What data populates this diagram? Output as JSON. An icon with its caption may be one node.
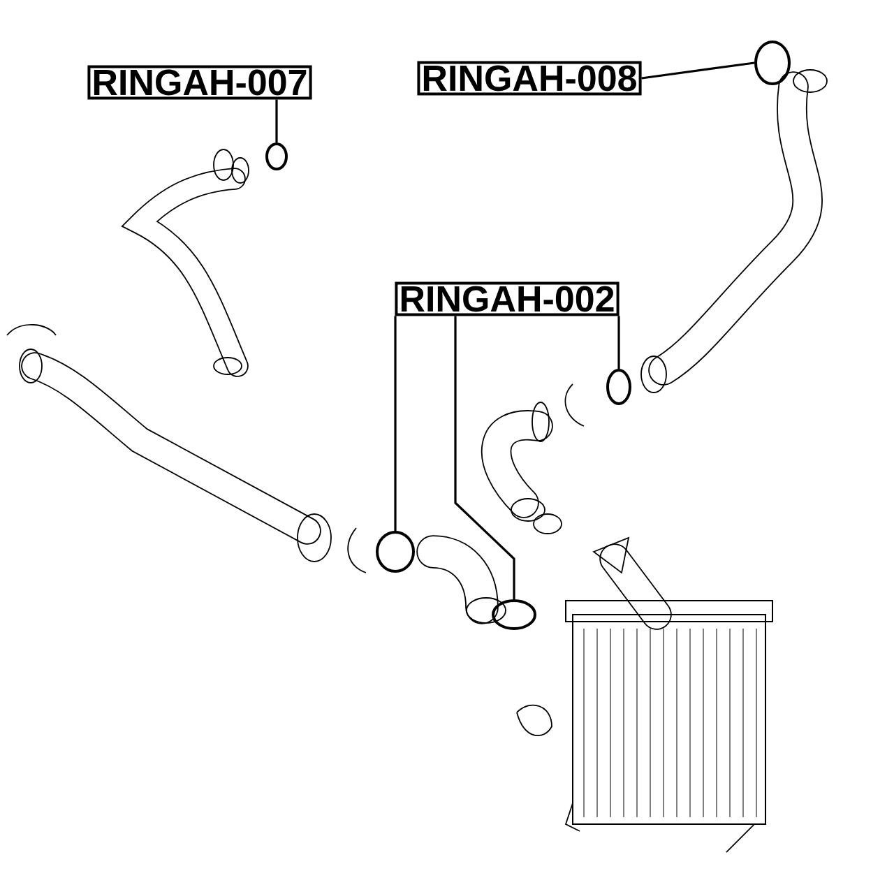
{
  "diagram": {
    "nodes": [
      {
        "text": [
          "RINGAH-007"
        ]
      },
      {
        "text": [
          "RINGAH-008"
        ]
      },
      {
        "text": [
          "RINGAH-002"
        ]
      },
      {
        "text": [],
        "shape": "circle"
      },
      {
        "text": [],
        "shape": "circle"
      },
      {
        "text": [],
        "shape": "circle"
      },
      {
        "text": [],
        "shape": "circle"
      },
      {
        "text": [],
        "shape": "circle"
      }
    ],
    "edges": [
      {
        "from": 0,
        "to": 3,
        "arrow": "none"
      },
      {
        "from": 1,
        "to": 7,
        "arrow": "none"
      },
      {
        "from": 2,
        "to": 4,
        "arrow": "none"
      },
      {
        "from": 2,
        "to": 5,
        "arrow": "none"
      },
      {
        "from": 2,
        "to": 6,
        "arrow": "none"
      }
    ]
  }
}
